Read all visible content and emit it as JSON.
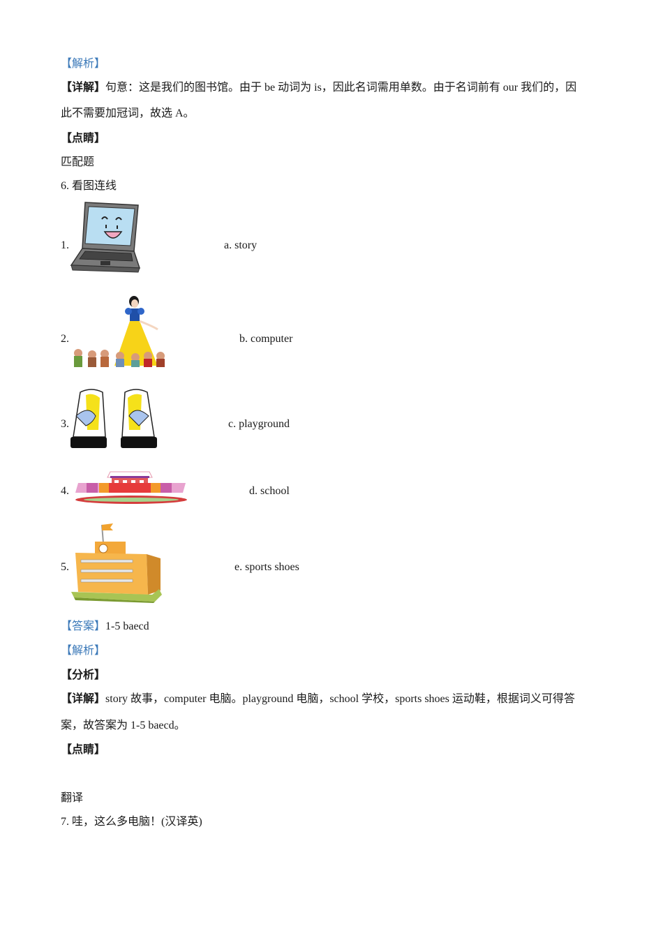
{
  "section_prev": {
    "analysis_label": "【解析】",
    "detail_label": "【详解】",
    "detail_line1": "句意：这是我们的图书馆。由于 be 动词为 is，因此名词需用单数。由于名词前有 our 我们的，因",
    "detail_line2": "此不需要加冠词，故选 A。",
    "tip_label": "【点睛】"
  },
  "matching": {
    "section_title": "匹配题",
    "question": "6. 看图连线",
    "items": [
      {
        "num": "1.",
        "image": "laptop-computer",
        "option": "a. story"
      },
      {
        "num": "2.",
        "image": "snow-white-and-dwarfs",
        "option": "b. computer"
      },
      {
        "num": "3.",
        "image": "sports-shoes",
        "option": "c. playground"
      },
      {
        "num": "4.",
        "image": "playground-stadium",
        "option": "d. school"
      },
      {
        "num": "5.",
        "image": "school-building",
        "option": "e. sports shoes"
      }
    ],
    "answer_label": "【答案】",
    "answer_value": "1-5 baecd",
    "analysis_label": "【解析】",
    "fenxi_label": "【分析】",
    "detail_label": "【详解】",
    "detail_line1": "story 故事，computer 电脑。playground 电脑，school 学校，sports shoes 运动鞋，根据词义可得答",
    "detail_line2": "案，故答案为 1-5 baecd。",
    "tip_label": "【点睛】"
  },
  "translation": {
    "section_title": "翻译",
    "question": "7. 哇，这么多电脑！(汉译英)"
  },
  "colors": {
    "label_blue": "#3a78b8",
    "text": "#1a1a1a"
  }
}
